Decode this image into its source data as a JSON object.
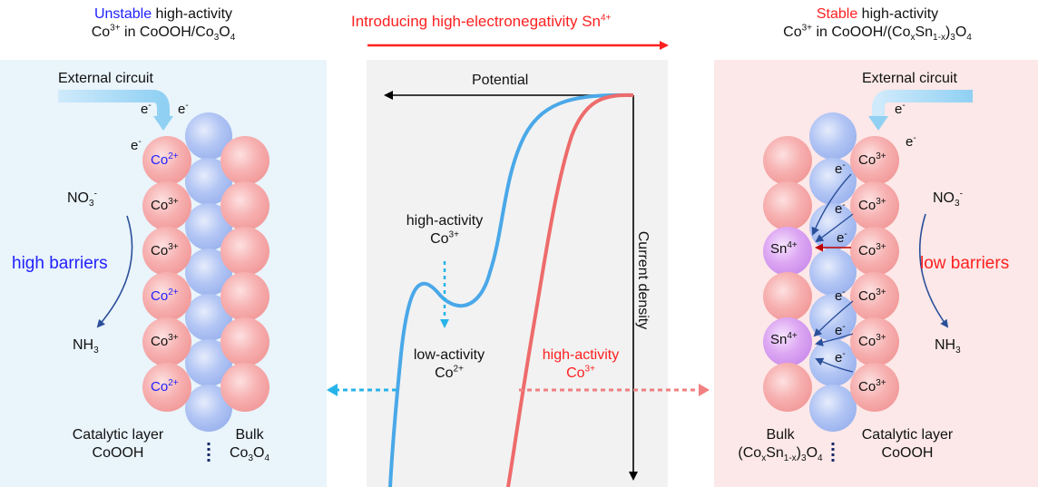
{
  "header": {
    "left_word": "Unstable",
    "left_rest": " high-activity",
    "left_line2_a": "Co",
    "left_line2_sup": "3+",
    "left_line2_b": " in CoOOH/Co",
    "left_line2_sub1": "3",
    "left_line2_c": "O",
    "left_line2_sub2": "4",
    "center_main": "Introducing high-electronegativity Sn",
    "center_sup": "4+",
    "right_word": "Stable",
    "right_rest": " high-activity",
    "right_line2_a": "Co",
    "right_line2_sup": "3+",
    "right_line2_b": " in CoOOH/(Co",
    "right_line2_sub1": "x",
    "right_line2_c": "Sn",
    "right_line2_sub2": "1-x",
    "right_line2_d": ")",
    "right_line2_sub3": "3",
    "right_line2_e": "O",
    "right_line2_sub4": "4"
  },
  "left_panel": {
    "external_circuit": "External circuit",
    "electron": "e",
    "electron_sup": "-",
    "nitrate": "NO",
    "nitrate_sub": "3",
    "nitrate_sup": "-",
    "barrier": "high barriers",
    "ammonia": "NH",
    "ammonia_sub": "3",
    "catalytic_layer": "Catalytic layer",
    "catalytic_material": "CoOOH",
    "bulk": "Bulk",
    "bulk_material_a": "Co",
    "bulk_material_sub1": "3",
    "bulk_material_b": "O",
    "bulk_material_sub2": "4",
    "ions": [
      {
        "base": "Co",
        "sup": "2+",
        "color": "#1f1fff"
      },
      {
        "base": "Co",
        "sup": "3+",
        "color": "#111111"
      },
      {
        "base": "Co",
        "sup": "3+",
        "color": "#111111"
      },
      {
        "base": "Co",
        "sup": "2+",
        "color": "#1f1fff"
      },
      {
        "base": "Co",
        "sup": "3+",
        "color": "#111111"
      },
      {
        "base": "Co",
        "sup": "2+",
        "color": "#1f1fff"
      }
    ]
  },
  "center_panel": {
    "potential": "Potential",
    "current_density": "Current density",
    "blue_label_1": "high-activity",
    "blue_label_2_base": "Co",
    "blue_label_2_sup": "3+",
    "low_label_1": "low-activity",
    "low_label_2_base": "Co",
    "low_label_2_sup": "2+",
    "red_label_1": "high-activity",
    "red_label_2_base": "Co",
    "red_label_2_sup": "3+",
    "blue_color": "#4aa8e8",
    "red_color": "#ee6b6b"
  },
  "right_panel": {
    "external_circuit": "External circuit",
    "electron": "e",
    "electron_sup": "-",
    "nitrate": "NO",
    "nitrate_sub": "3",
    "nitrate_sup": "-",
    "barrier": "low barriers",
    "ammonia": "NH",
    "ammonia_sub": "3",
    "bulk": "Bulk",
    "bulk_material_a": "(Co",
    "bulk_material_sub1": "x",
    "bulk_material_b": "Sn",
    "bulk_material_sub2": "1-x",
    "bulk_material_c": ")",
    "bulk_material_sub3": "3",
    "bulk_material_d": "O",
    "bulk_material_sub4": "4",
    "catalytic_layer": "Catalytic layer",
    "catalytic_material": "CoOOH",
    "sn_ion": {
      "base": "Sn",
      "sup": "4+"
    },
    "co_ion": {
      "base": "Co",
      "sup": "3+"
    }
  },
  "colors": {
    "left_bg": "#e9f4fb",
    "right_bg": "#fce8e8",
    "center_bg": "#f2f2f2",
    "pink_sphere": "#f6a9a9",
    "blue_sphere": "#a9bff2",
    "purple_sphere": "#d59bf0",
    "accent_red": "#ff2020",
    "accent_blue": "#1f1fff"
  }
}
